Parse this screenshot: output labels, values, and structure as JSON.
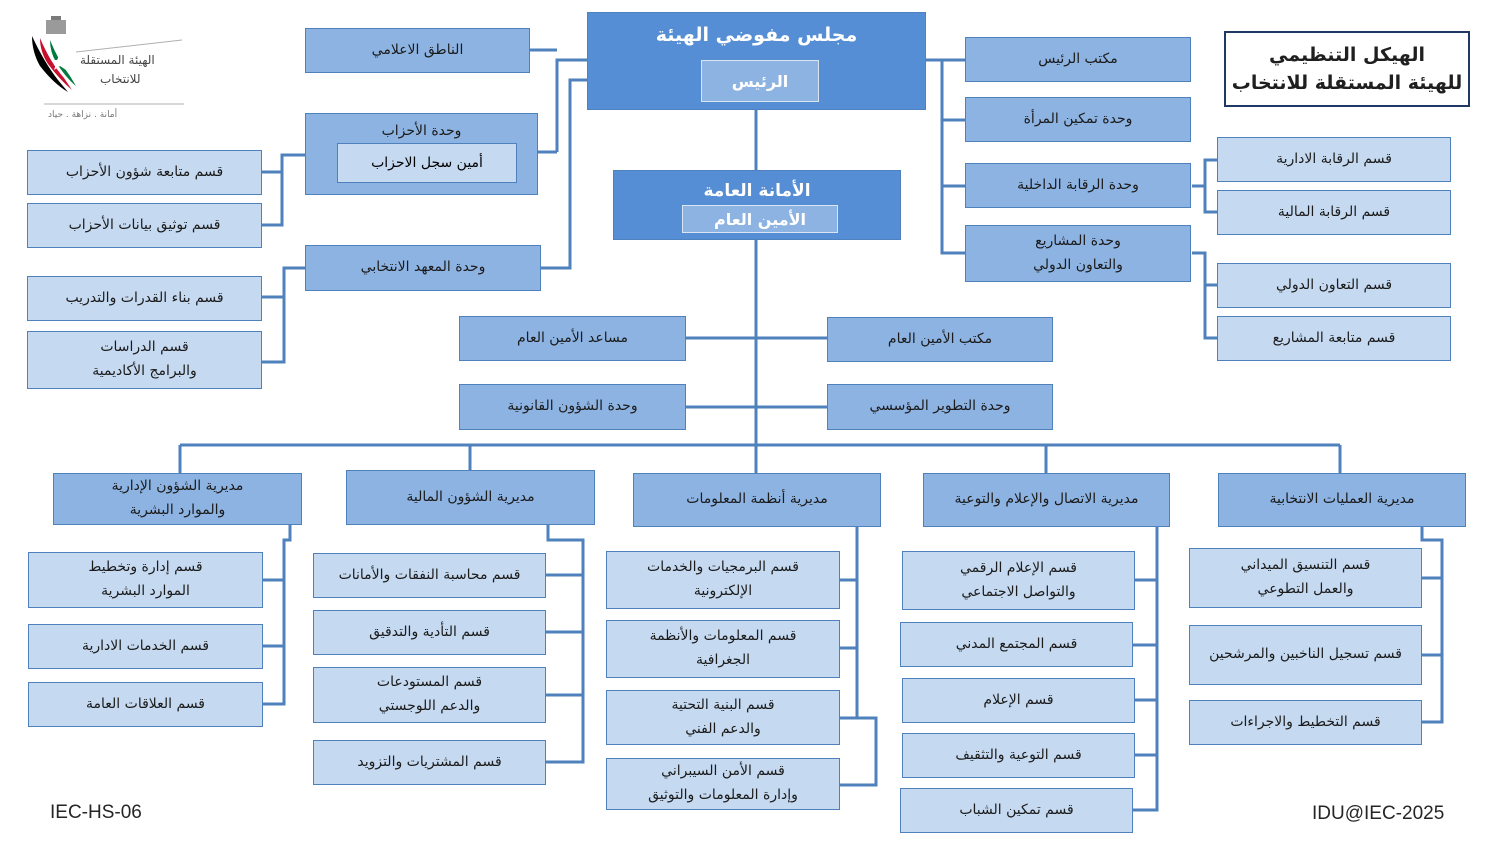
{
  "logo": {
    "name_line1": "الهيئة المستقلة",
    "name_line2": "للانتخاب",
    "tagline": "أمانة . نزاهة . حياد",
    "colors": [
      "#000000",
      "#c8102e",
      "#007a3d",
      "#ffffff"
    ]
  },
  "title": {
    "line1": "الهيكل التنظيمي",
    "line2": "للهيئة المستقلة للانتخاب"
  },
  "board": {
    "title": "مجلس مفوضي الهيئة",
    "head": "الرئيس"
  },
  "secretariat": {
    "title": "الأمانة العامة",
    "head": "الأمين العام"
  },
  "left_board_units": [
    "الناطق الاعلامي",
    {
      "title": "وحدة الأحزاب",
      "head": "أمين سجل الاحزاب"
    },
    "وحدة المعهد الانتخابي"
  ],
  "parties_sections": [
    "قسم متابعة شؤون الأحزاب",
    "قسم توثيق بيانات الأحزاب"
  ],
  "institute_sections": [
    [
      "قسم بناء القدرات والتدريب"
    ],
    [
      "قسم الدراسات",
      "والبرامج الأكاديمية"
    ]
  ],
  "right_board_units": [
    [
      "مكتب الرئيس"
    ],
    [
      "وحدة تمكين المرأة"
    ],
    [
      "وحدة الرقابة الداخلية"
    ],
    [
      "وحدة المشاريع",
      "والتعاون الدولي"
    ]
  ],
  "internal_audit_sections": [
    "قسم الرقابة الادارية",
    "قسم الرقابة المالية"
  ],
  "projects_sections": [
    "قسم التعاون الدولي",
    "قسم متابعة المشاريع"
  ],
  "secretariat_units": {
    "assistant": "مساعد الأمين العام",
    "office": "مكتب الأمين العام",
    "legal": "وحدة الشؤون القانونية",
    "development": "وحدة التطوير المؤسسي"
  },
  "directorates": [
    {
      "name": [
        "مديرية الشؤون الإدارية",
        "والموارد البشرية"
      ],
      "sections": [
        [
          "قسم إدارة وتخطيط",
          "الموارد البشرية"
        ],
        [
          "قسم الخدمات الادارية"
        ],
        [
          "قسم العلاقات العامة"
        ]
      ]
    },
    {
      "name": [
        "مديرية الشؤون المالية"
      ],
      "sections": [
        [
          "قسم محاسبة النفقات والأمانات"
        ],
        [
          "قسم التأدية والتدقيق"
        ],
        [
          "قسم المستودعات",
          "والدعم اللوجستي"
        ],
        [
          "قسم المشتريات والتزويد"
        ]
      ]
    },
    {
      "name": [
        "مديرية أنظمة المعلومات"
      ],
      "sections": [
        [
          "قسم البرمجيات والخدمات",
          "الإلكترونية"
        ],
        [
          "قسم المعلومات والأنظمة",
          "الجغرافية"
        ],
        [
          "قسم البنية التحتية",
          "والدعم الفني"
        ],
        [
          "قسم الأمن السيبراني",
          "وإدارة المعلومات والتوثيق"
        ]
      ]
    },
    {
      "name": [
        "مديرية الاتصال والإعلام والتوعية"
      ],
      "sections": [
        [
          "قسم الإعلام الرقمي",
          "والتواصل الاجتماعي"
        ],
        [
          "قسم المجتمع المدني"
        ],
        [
          "قسم الإعلام"
        ],
        [
          "قسم التوعية والتثقيف"
        ],
        [
          "قسم تمكين الشباب"
        ]
      ]
    },
    {
      "name": [
        "مديرية العمليات الانتخابية"
      ],
      "sections": [
        [
          "قسم التنسيق الميداني",
          "والعمل التطوعي"
        ],
        [
          "قسم تسجيل الناخبين والمرشحين"
        ],
        [
          "قسم التخطيط والاجراءات"
        ]
      ]
    }
  ],
  "footer": {
    "left_code": "IEC-HS-06",
    "right_code": "IDU@IEC-2025"
  }
}
